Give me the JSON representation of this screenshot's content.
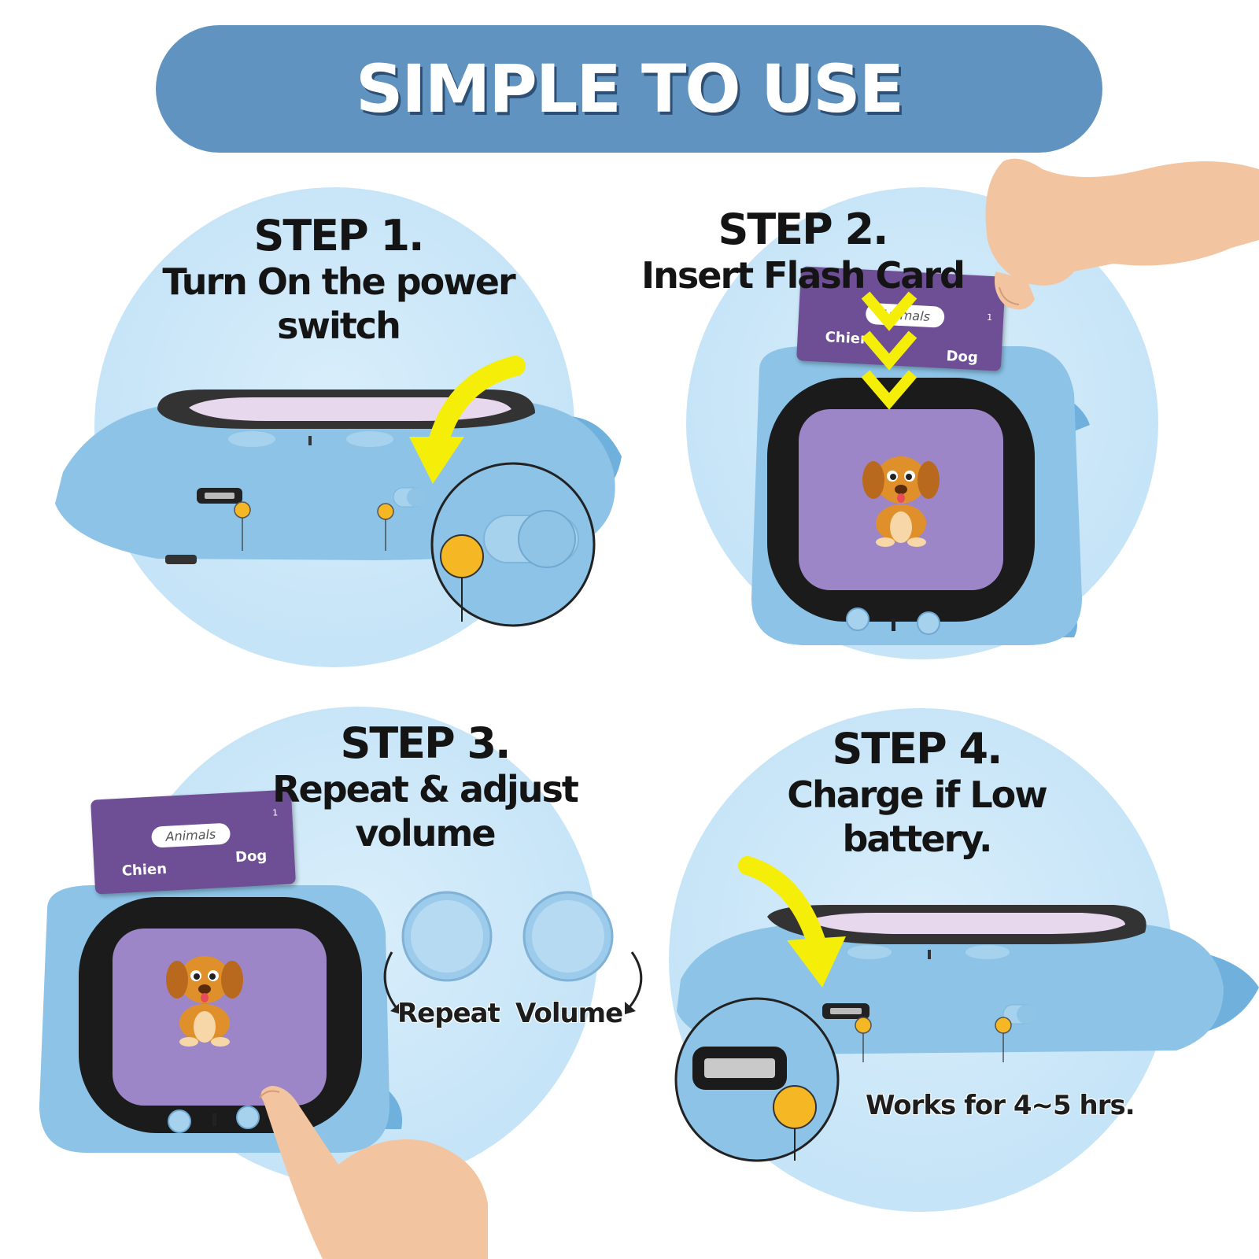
{
  "banner": {
    "title": "SIMPLE TO USE"
  },
  "steps": [
    {
      "number": "STEP 1.",
      "text": "Turn On the power switch"
    },
    {
      "number": "STEP 2.",
      "text": "Insert Flash Card"
    },
    {
      "number": "STEP 3.",
      "text": "Repeat & adjust volume"
    },
    {
      "number": "STEP 4.",
      "text": "Charge if Low battery."
    }
  ],
  "flash_card": {
    "category": "Animals",
    "word_left": "Chien",
    "word_right": "Dog",
    "number": "1"
  },
  "buttons": {
    "repeat": "Repeat",
    "volume": "Volume"
  },
  "battery_note": "Works for 4~5 hrs.",
  "colors": {
    "banner": "#6193c0",
    "circle": "#c9e6f8",
    "device": "#8cc3e6",
    "card": "#6e4e94",
    "screen": "#9c86c8",
    "arrow": "#f5ee08",
    "dot": "#f5b824"
  }
}
